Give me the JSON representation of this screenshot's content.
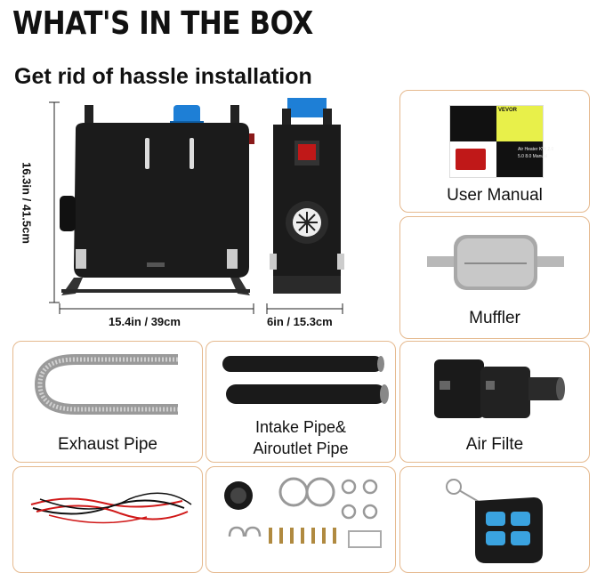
{
  "header": {
    "title": "WHAT'S IN THE BOX",
    "subtitle": "Get rid of hassle installation"
  },
  "heater_dimensions": {
    "height": "16.3in / 41.5cm",
    "width": "15.4in / 39cm",
    "depth": "6in / 15.3cm"
  },
  "manual_cover": {
    "brand": "VEVOR",
    "title_line1": "Air Heater KW 2.0",
    "title_line2": "5.0 8.0 Manual"
  },
  "items": [
    {
      "id": "user-manual",
      "label": "User Manual"
    },
    {
      "id": "muffler",
      "label": "Muffler"
    },
    {
      "id": "exhaust-pipe",
      "label": "Exhaust Pipe"
    },
    {
      "id": "intake-pipe",
      "label_line1": "Intake Pipe&",
      "label_line2": "Airoutlet Pipe"
    },
    {
      "id": "air-filter",
      "label": "Air Filte"
    },
    {
      "id": "wiring",
      "label": ""
    },
    {
      "id": "fittings",
      "label": ""
    },
    {
      "id": "remote",
      "label": ""
    }
  ],
  "colors": {
    "card_border": "#e5b98e",
    "accent_blue": "#1e7fd6",
    "heater_body": "#1a1a1a",
    "wire_red": "#d01818"
  }
}
